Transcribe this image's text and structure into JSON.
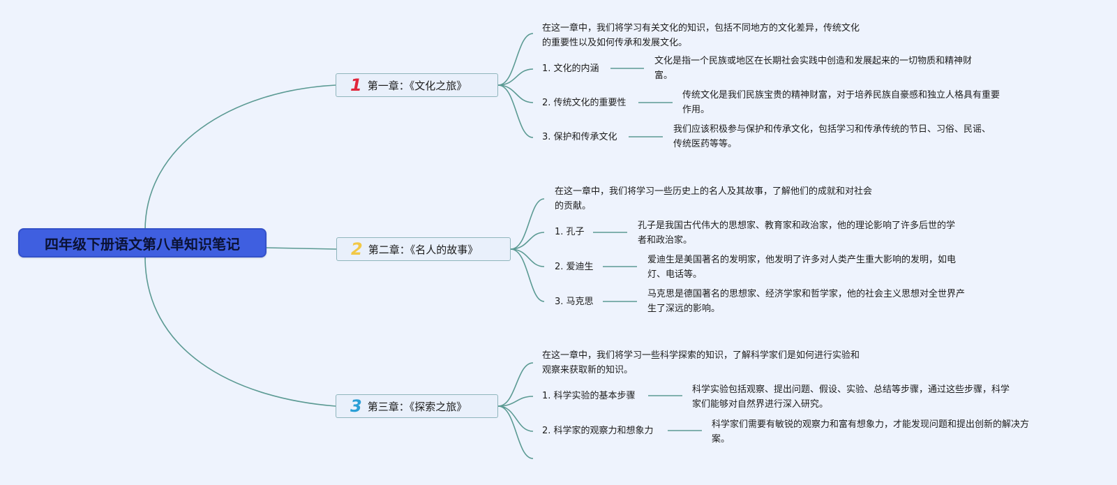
{
  "root": {
    "label": "四年级下册语文第八单知识笔记"
  },
  "colors": {
    "root_fill": "#3f5fe0",
    "line": "#5b9a93",
    "badge_1": "#e0263b",
    "badge_2": "#f2c846",
    "badge_3": "#2a9fd6"
  },
  "chapters": [
    {
      "number": "1",
      "title": "第一章：《文化之旅》",
      "intro": [
        "在这一章中，我们将学习有关文化的知识，包括不同地方的文化差异，传统文化",
        "的重要性以及如何传承和发展文化。"
      ],
      "points": [
        {
          "label": "1. 文化的内涵",
          "detail": [
            "文化是指一个民族或地区在长期社会实践中创造和发展起来的一切物质和精神财",
            "富。"
          ]
        },
        {
          "label": "2. 传统文化的重要性",
          "detail": [
            "传统文化是我们民族宝贵的精神财富，对于培养民族自豪感和独立人格具有重要",
            "作用。"
          ]
        },
        {
          "label": "3. 保护和传承文化",
          "detail": [
            "我们应该积极参与保护和传承文化，包括学习和传承传统的节日、习俗、民谣、",
            "传统医药等等。"
          ]
        }
      ]
    },
    {
      "number": "2",
      "title": "第二章：《名人的故事》",
      "intro": [
        "在这一章中，我们将学习一些历史上的名人及其故事，了解他们的成就和对社会",
        "的贡献。"
      ],
      "points": [
        {
          "label": "1. 孔子",
          "detail": [
            "孔子是我国古代伟大的思想家、教育家和政治家，他的理论影响了许多后世的学",
            "者和政治家。"
          ]
        },
        {
          "label": "2. 爱迪生",
          "detail": [
            "爱迪生是美国著名的发明家，他发明了许多对人类产生重大影响的发明，如电",
            "灯、电话等。"
          ]
        },
        {
          "label": "3. 马克思",
          "detail": [
            "马克思是德国著名的思想家、经济学家和哲学家，他的社会主义思想对全世界产",
            "生了深远的影响。"
          ]
        }
      ]
    },
    {
      "number": "3",
      "title": "第三章：《探索之旅》",
      "intro": [
        "在这一章中，我们将学习一些科学探索的知识，了解科学家们是如何进行实验和",
        "观察来获取新的知识。"
      ],
      "points": [
        {
          "label": "1. 科学实验的基本步骤",
          "detail": [
            "科学实验包括观察、提出问题、假设、实验、总结等步骤，通过这些步骤，科学",
            "家们能够对自然界进行深入研究。"
          ]
        },
        {
          "label": "2. 科学家的观察力和想象力",
          "detail": [
            "科学家们需要有敏锐的观察力和富有想象力，才能发现问题和提出创新的解决方",
            "案。"
          ]
        }
      ]
    }
  ]
}
